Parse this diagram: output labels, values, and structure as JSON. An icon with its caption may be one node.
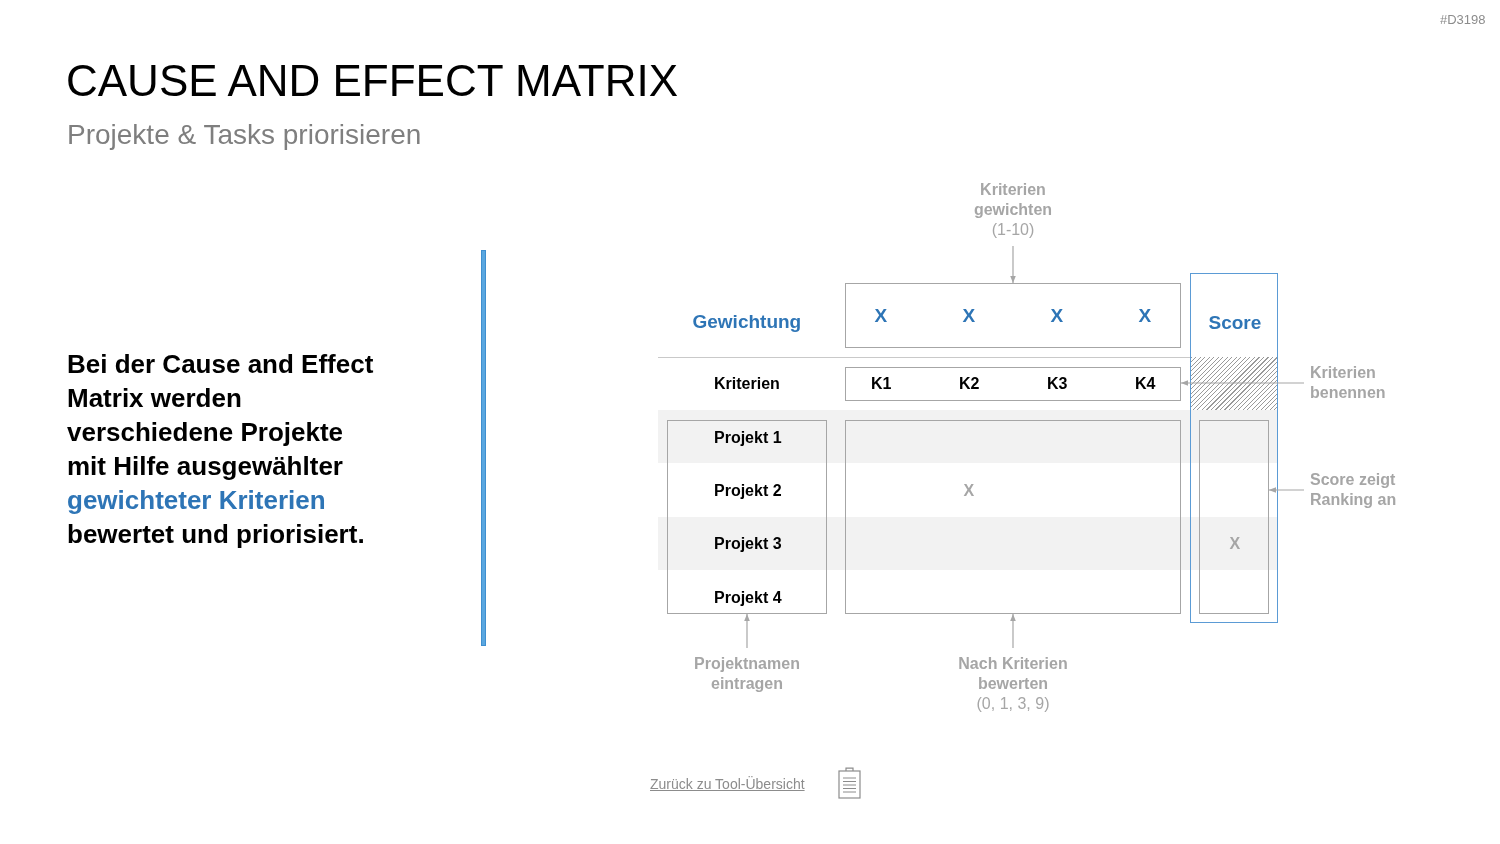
{
  "diagram": {
    "title": "CAUSE AND EFFECT MATRIX",
    "nodes": [
      {
        "text": [
          "Kriterien gewichten",
          "(1-10)"
        ]
      },
      {
        "text": [
          "X",
          "X",
          "X",
          "X"
        ]
      },
      {
        "text": [
          "Score"
        ]
      },
      {
        "text": [
          "K1",
          "K2",
          "K3",
          "K4"
        ]
      },
      {
        "text": [
          "Kriterien benennen"
        ]
      },
      {
        "text": [
          "Projekt 1",
          "Projekt 2",
          "Projekt 3",
          "Projekt 4"
        ]
      },
      {
        "text": [
          "X"
        ]
      },
      {
        "text": [
          "X"
        ],
        "in": 2
      },
      {
        "text": [
          "Score zeigt Ranking an"
        ]
      },
      {
        "text": [
          "Projektnamen eintragen"
        ]
      },
      {
        "text": [
          "Nach Kriterien bewerten",
          "(0, 1, 3, 9)"
        ]
      }
    ],
    "edges": [
      {
        "from": 0,
        "to": 1,
        "arrow": "to"
      },
      {
        "from": 4,
        "to": 3,
        "arrow": "to"
      },
      {
        "from": 8,
        "to": 7,
        "arrow": "to"
      },
      {
        "from": 9,
        "to": 5,
        "arrow": "to"
      },
      {
        "from": 10,
        "to": 6,
        "arrow": "to"
      }
    ],
    "labels": [
      "#D3198",
      "Projekte & Tasks priorisieren",
      "Bei der Cause and Effect Matrix werden verschiedene Projekte mit Hilfe ausgewählter **gewichteter Kriterien** bewertet und priorisiert.",
      "Gewichtung",
      "Kriterien",
      "Zurück zu Tool-Übersicht"
    ]
  }
}
